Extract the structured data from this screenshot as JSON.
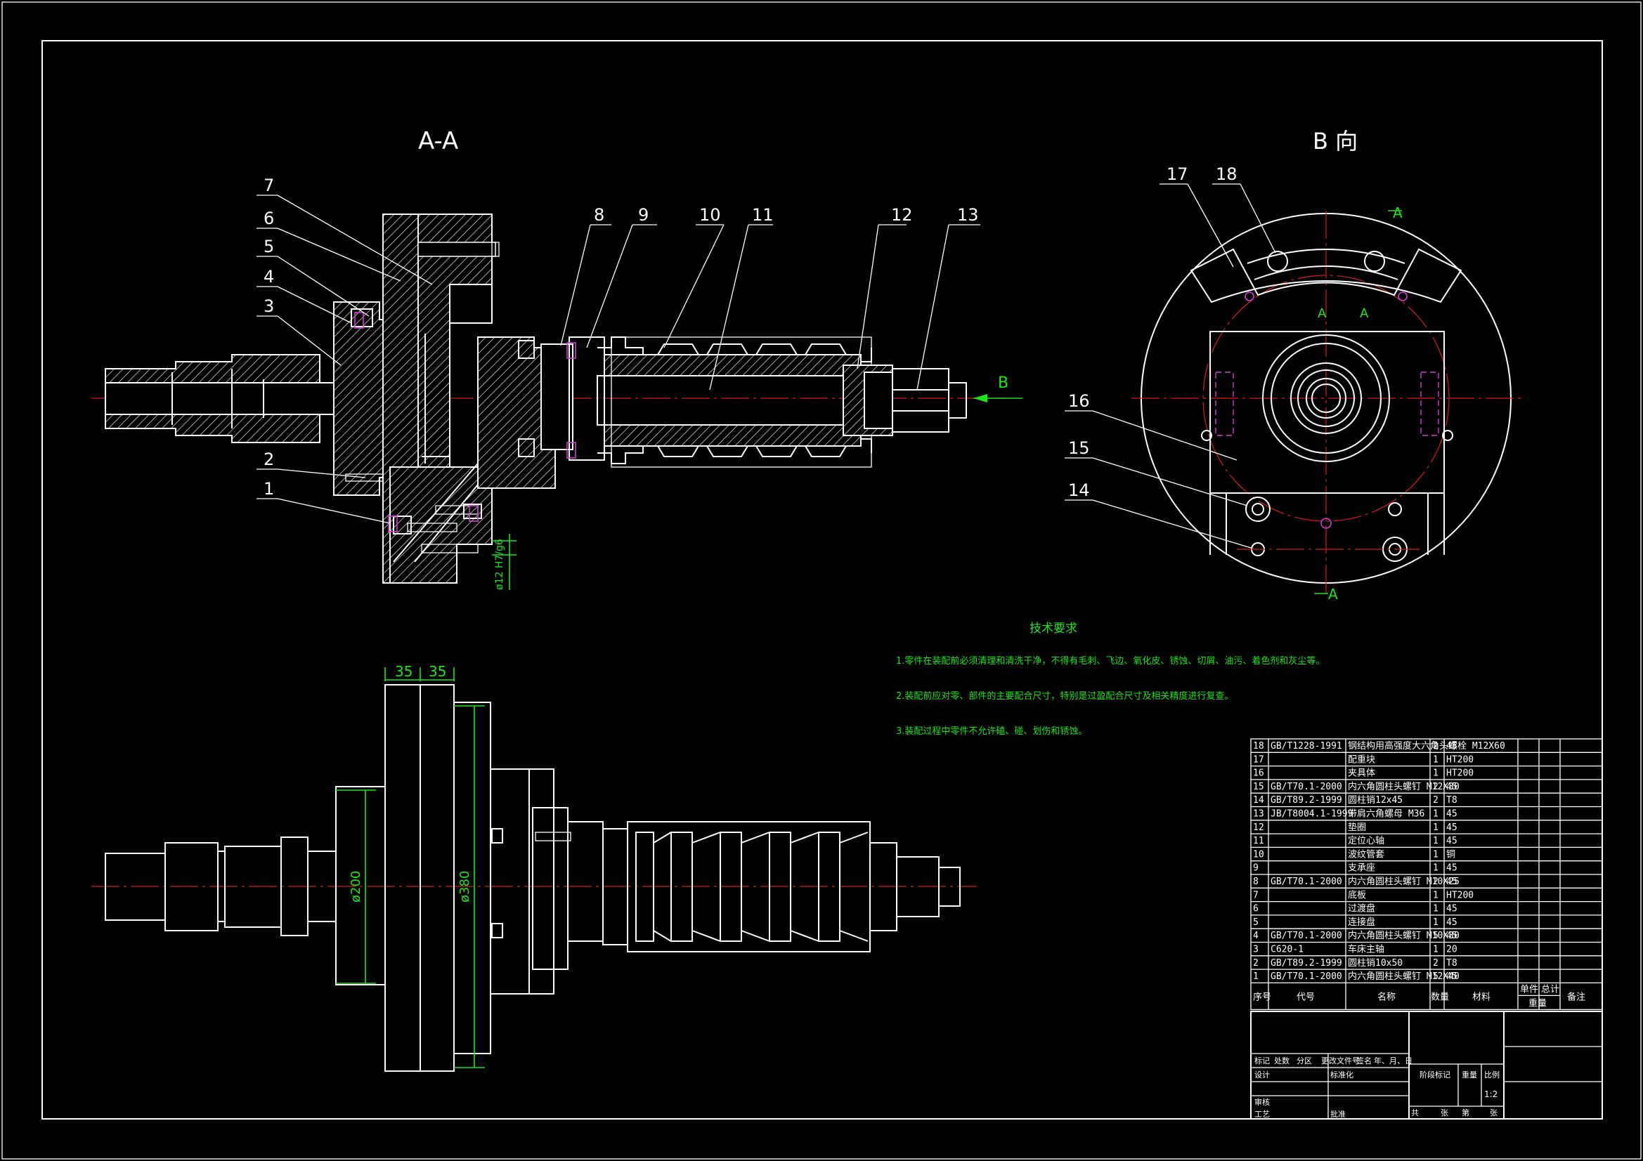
{
  "views": {
    "section_title": "A-A",
    "view_b_title": "B 向",
    "arrow_label": "B",
    "section_mark": "A"
  },
  "balloons": [
    "1",
    "2",
    "3",
    "4",
    "5",
    "6",
    "7",
    "8",
    "9",
    "10",
    "11",
    "12",
    "13",
    "14",
    "15",
    "16",
    "17",
    "18"
  ],
  "dimensions": {
    "width_a": "35",
    "width_b": "35",
    "dia_small": "ø200",
    "dia_large": "ø380",
    "fit": "ø12 H7/g6"
  },
  "tech_requirements": {
    "title": "技术要求",
    "items": [
      "1.零件在装配前必须清理和清洗干净，不得有毛刺、飞边、氧化皮、锈蚀、切屑、油污、着色剂和灰尘等。",
      "2.装配前应对零、部件的主要配合尺寸，特别是过盈配合尺寸及相关精度进行复查。",
      "3.装配过程中零件不允许磕、碰、划伤和锈蚀。"
    ]
  },
  "bom": {
    "rows": [
      {
        "no": "18",
        "code": "GB/T1228-1991",
        "name": "钢结构用高强度大六角头螺栓 M12X60",
        "qty": "2",
        "mat": "45"
      },
      {
        "no": "17",
        "code": "",
        "name": "配重块",
        "qty": "1",
        "mat": "HT200"
      },
      {
        "no": "16",
        "code": "",
        "name": "夹具体",
        "qty": "1",
        "mat": "HT200"
      },
      {
        "no": "15",
        "code": "GB/T70.1-2000",
        "name": "内六角圆柱头螺钉 M12X30",
        "qty": "2",
        "mat": "45"
      },
      {
        "no": "14",
        "code": "GB/T89.2-1999",
        "name": "圆柱销12x45",
        "qty": "2",
        "mat": "T8"
      },
      {
        "no": "13",
        "code": "JB/T8004.1-1999",
        "name": "带肩六角螺母 M36",
        "qty": "1",
        "mat": "45"
      },
      {
        "no": "12",
        "code": "",
        "name": "垫圈",
        "qty": "1",
        "mat": "45"
      },
      {
        "no": "11",
        "code": "",
        "name": "定位心轴",
        "qty": "1",
        "mat": "45"
      },
      {
        "no": "10",
        "code": "",
        "name": "波纹管套",
        "qty": "1",
        "mat": "铜"
      },
      {
        "no": "9",
        "code": "",
        "name": "支承座",
        "qty": "1",
        "mat": "45"
      },
      {
        "no": "8",
        "code": "GB/T70.1-2000",
        "name": "内六角圆柱头螺钉 M10X25",
        "qty": "2",
        "mat": "45"
      },
      {
        "no": "7",
        "code": "",
        "name": "底板",
        "qty": "1",
        "mat": "HT200"
      },
      {
        "no": "6",
        "code": "",
        "name": "过渡盘",
        "qty": "1",
        "mat": "45"
      },
      {
        "no": "5",
        "code": "",
        "name": "连接盘",
        "qty": "1",
        "mat": "45"
      },
      {
        "no": "4",
        "code": "GB/T70.1-2000",
        "name": "内六角圆柱头螺钉 M10X30",
        "qty": "5",
        "mat": "45"
      },
      {
        "no": "3",
        "code": "C620-1",
        "name": "车床主轴",
        "qty": "1",
        "mat": "20"
      },
      {
        "no": "2",
        "code": "GB/T89.2-1999",
        "name": "圆柱销10x50",
        "qty": "2",
        "mat": "T8"
      },
      {
        "no": "1",
        "code": "GB/T70.1-2000",
        "name": "内六角圆柱头螺钉 M12X40",
        "qty": "5",
        "mat": "45"
      }
    ],
    "header": {
      "no": "序号",
      "code": "代号",
      "name": "名称",
      "qty": "数量",
      "mat": "材料",
      "single": "单件",
      "total": "总计",
      "weight": "重量",
      "note": "备注"
    }
  },
  "title_block": {
    "row_labels": [
      "标记",
      "处数",
      "分区",
      "更改文件号",
      "签名",
      "年、月、日"
    ],
    "design": "设计",
    "standard": "标准化",
    "review": "审核",
    "process": "工艺",
    "approve": "批准",
    "stage": "阶段标记",
    "weight": "重量",
    "scale": "比例",
    "scale_val": "1:2",
    "sheet_total": "共",
    "sheet_of": "张",
    "sheet_no": "第",
    "sheet_unit": "张"
  },
  "colors": {
    "background": "#000000",
    "lines": "#ffffff",
    "center": "#e01818",
    "dims": "#19e619",
    "hidden": "#d63ad6"
  }
}
